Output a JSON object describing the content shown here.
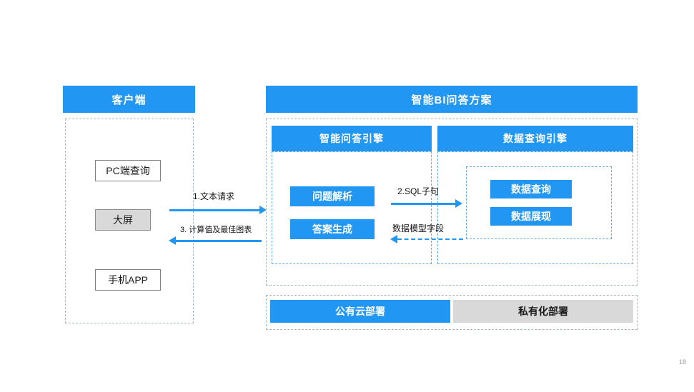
{
  "client": {
    "header": "客户端",
    "items": [
      "PC端查询",
      "大屏",
      "手机APP"
    ]
  },
  "solution": {
    "header": "智能BI问答方案",
    "qa_engine": {
      "header": "智能问答引擎",
      "items": [
        "问题解析",
        "答案生成"
      ]
    },
    "data_engine": {
      "header": "数据查询引擎",
      "items": [
        "数据查询",
        "数据展现"
      ]
    }
  },
  "deployment": {
    "public_label": "公有云部署",
    "private_label": "私有化部署"
  },
  "arrows": {
    "text_request": "1.文本请求",
    "result_return": "3. 计算值及最佳图表",
    "sql_clause": "2.SQL子句",
    "model_fields": "数据模型字段"
  },
  "page_number": "18",
  "colors": {
    "accent_blue": "#2196F3",
    "gray_fill": "#d9d9d9"
  }
}
